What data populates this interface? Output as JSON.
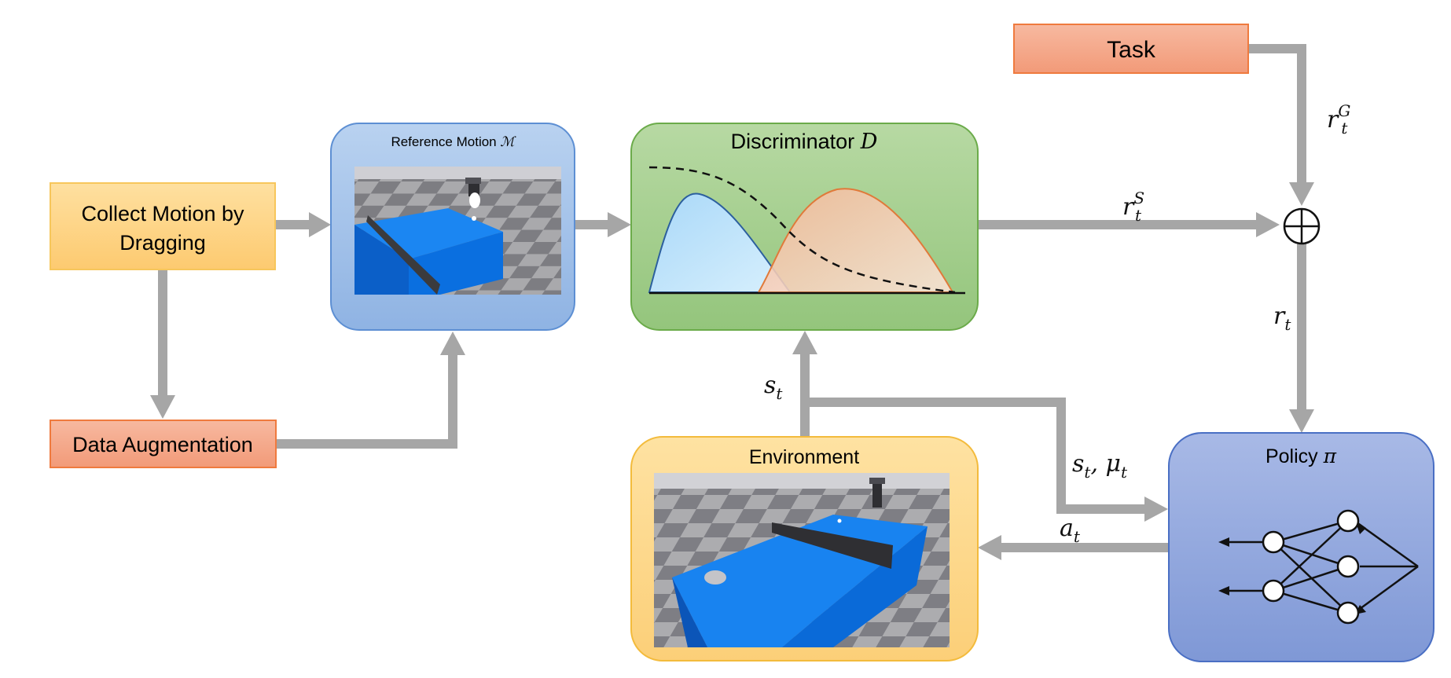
{
  "nodes": {
    "task": {
      "label": "Task",
      "color": "#f4a98c"
    },
    "collect": {
      "label_line1": "Collect Motion by",
      "label_line2": "Dragging",
      "color": "#fdd68a"
    },
    "augment": {
      "label": "Data Augmentation",
      "color": "#f4a98c"
    },
    "reference": {
      "label": "Reference Motion ",
      "symbol": "ℳ",
      "color": "#9dbde6"
    },
    "discriminator": {
      "label": "Discriminator ",
      "symbol": "D",
      "color": "#a6cf90"
    },
    "environment": {
      "label": "Environment",
      "color": "#fdd68a"
    },
    "policy": {
      "label": "Policy ",
      "symbol": "π",
      "color": "#8fa6dc"
    }
  },
  "edge_labels": {
    "r_G": {
      "base": "r",
      "sub": "t",
      "sup": "G"
    },
    "r_S": {
      "base": "r",
      "sub": "t",
      "sup": "S"
    },
    "r_t": {
      "base": "r",
      "sub": "t"
    },
    "s_t": {
      "base": "s",
      "sub": "t"
    },
    "s_mu": {
      "base1": "s",
      "sub1": "t",
      "sep": ", ",
      "base2": "μ",
      "sub2": "t"
    },
    "a_t": {
      "base": "a",
      "sub": "t"
    }
  },
  "colors": {
    "arrow": "#a6a6a6",
    "table_blue": "#0a6fe0",
    "floor_light": "#a9a9ac",
    "floor_dark": "#7b7b80",
    "dist_blue": "#bfe3fb",
    "dist_orange": "#f6c7ae"
  }
}
